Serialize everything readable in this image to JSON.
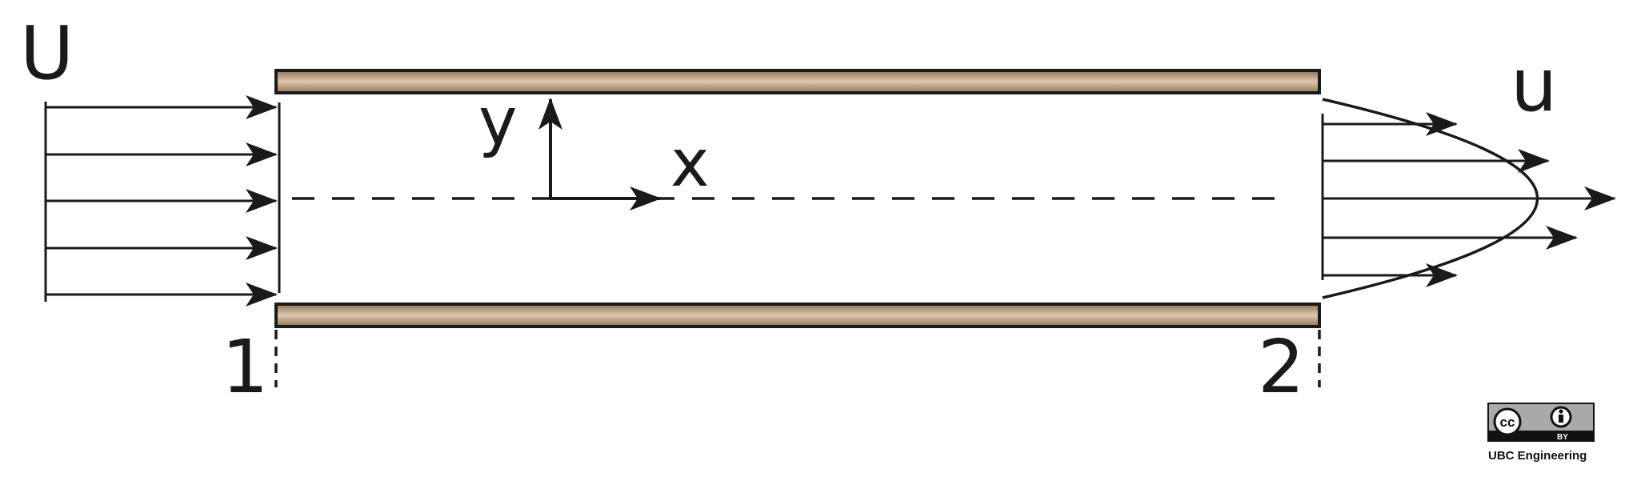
{
  "labels": {
    "inlet_velocity": "U",
    "outlet_velocity": "u",
    "axis_x": "x",
    "axis_y": "y",
    "station_1": "1",
    "station_2": "2"
  },
  "license": {
    "cc": "cc",
    "by": "BY",
    "credit": "UBC Engineering"
  },
  "colors": {
    "wall_dark": "#8f7250",
    "wall_light": "#dcc8b0",
    "ink": "#1a1a1a",
    "badge_gray": "#a9aaa7"
  }
}
